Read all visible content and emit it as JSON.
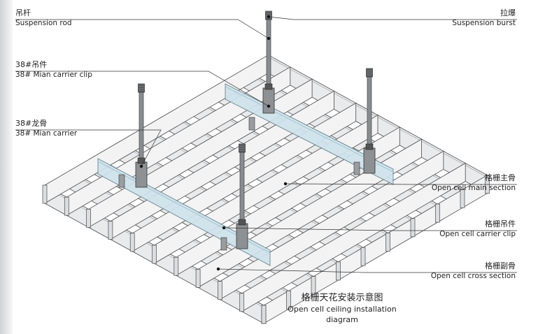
{
  "labels": {
    "suspension_rod": {
      "zh": "吊杆",
      "en": "Suspension rod"
    },
    "main_carrier_clip": {
      "zh": "38#吊件",
      "en": "38# Mian carrier clip"
    },
    "main_carrier": {
      "zh": "38#龙骨",
      "en": "38# Mian carrier"
    },
    "suspension_burst": {
      "zh": "拉爆",
      "en": "Suspension burst"
    },
    "open_cell_main_section": {
      "zh": "格栅主骨",
      "en": "Open cell main section"
    },
    "open_cell_carrier_clip": {
      "zh": "格栅吊件",
      "en": "Open cell carrier clip"
    },
    "open_cell_cross_section": {
      "zh": "格栅副骨",
      "en": "Open cell cross section"
    }
  },
  "caption": {
    "zh": "格栅天花安装示意图",
    "en": "Open cell ceiling installation diagram"
  },
  "colors": {
    "grid_face": "#e9eaec",
    "grid_stroke": "#4a4a4a",
    "carrier": "#cfe3ec",
    "rod": "#8a8d90",
    "leader": "#333333"
  }
}
